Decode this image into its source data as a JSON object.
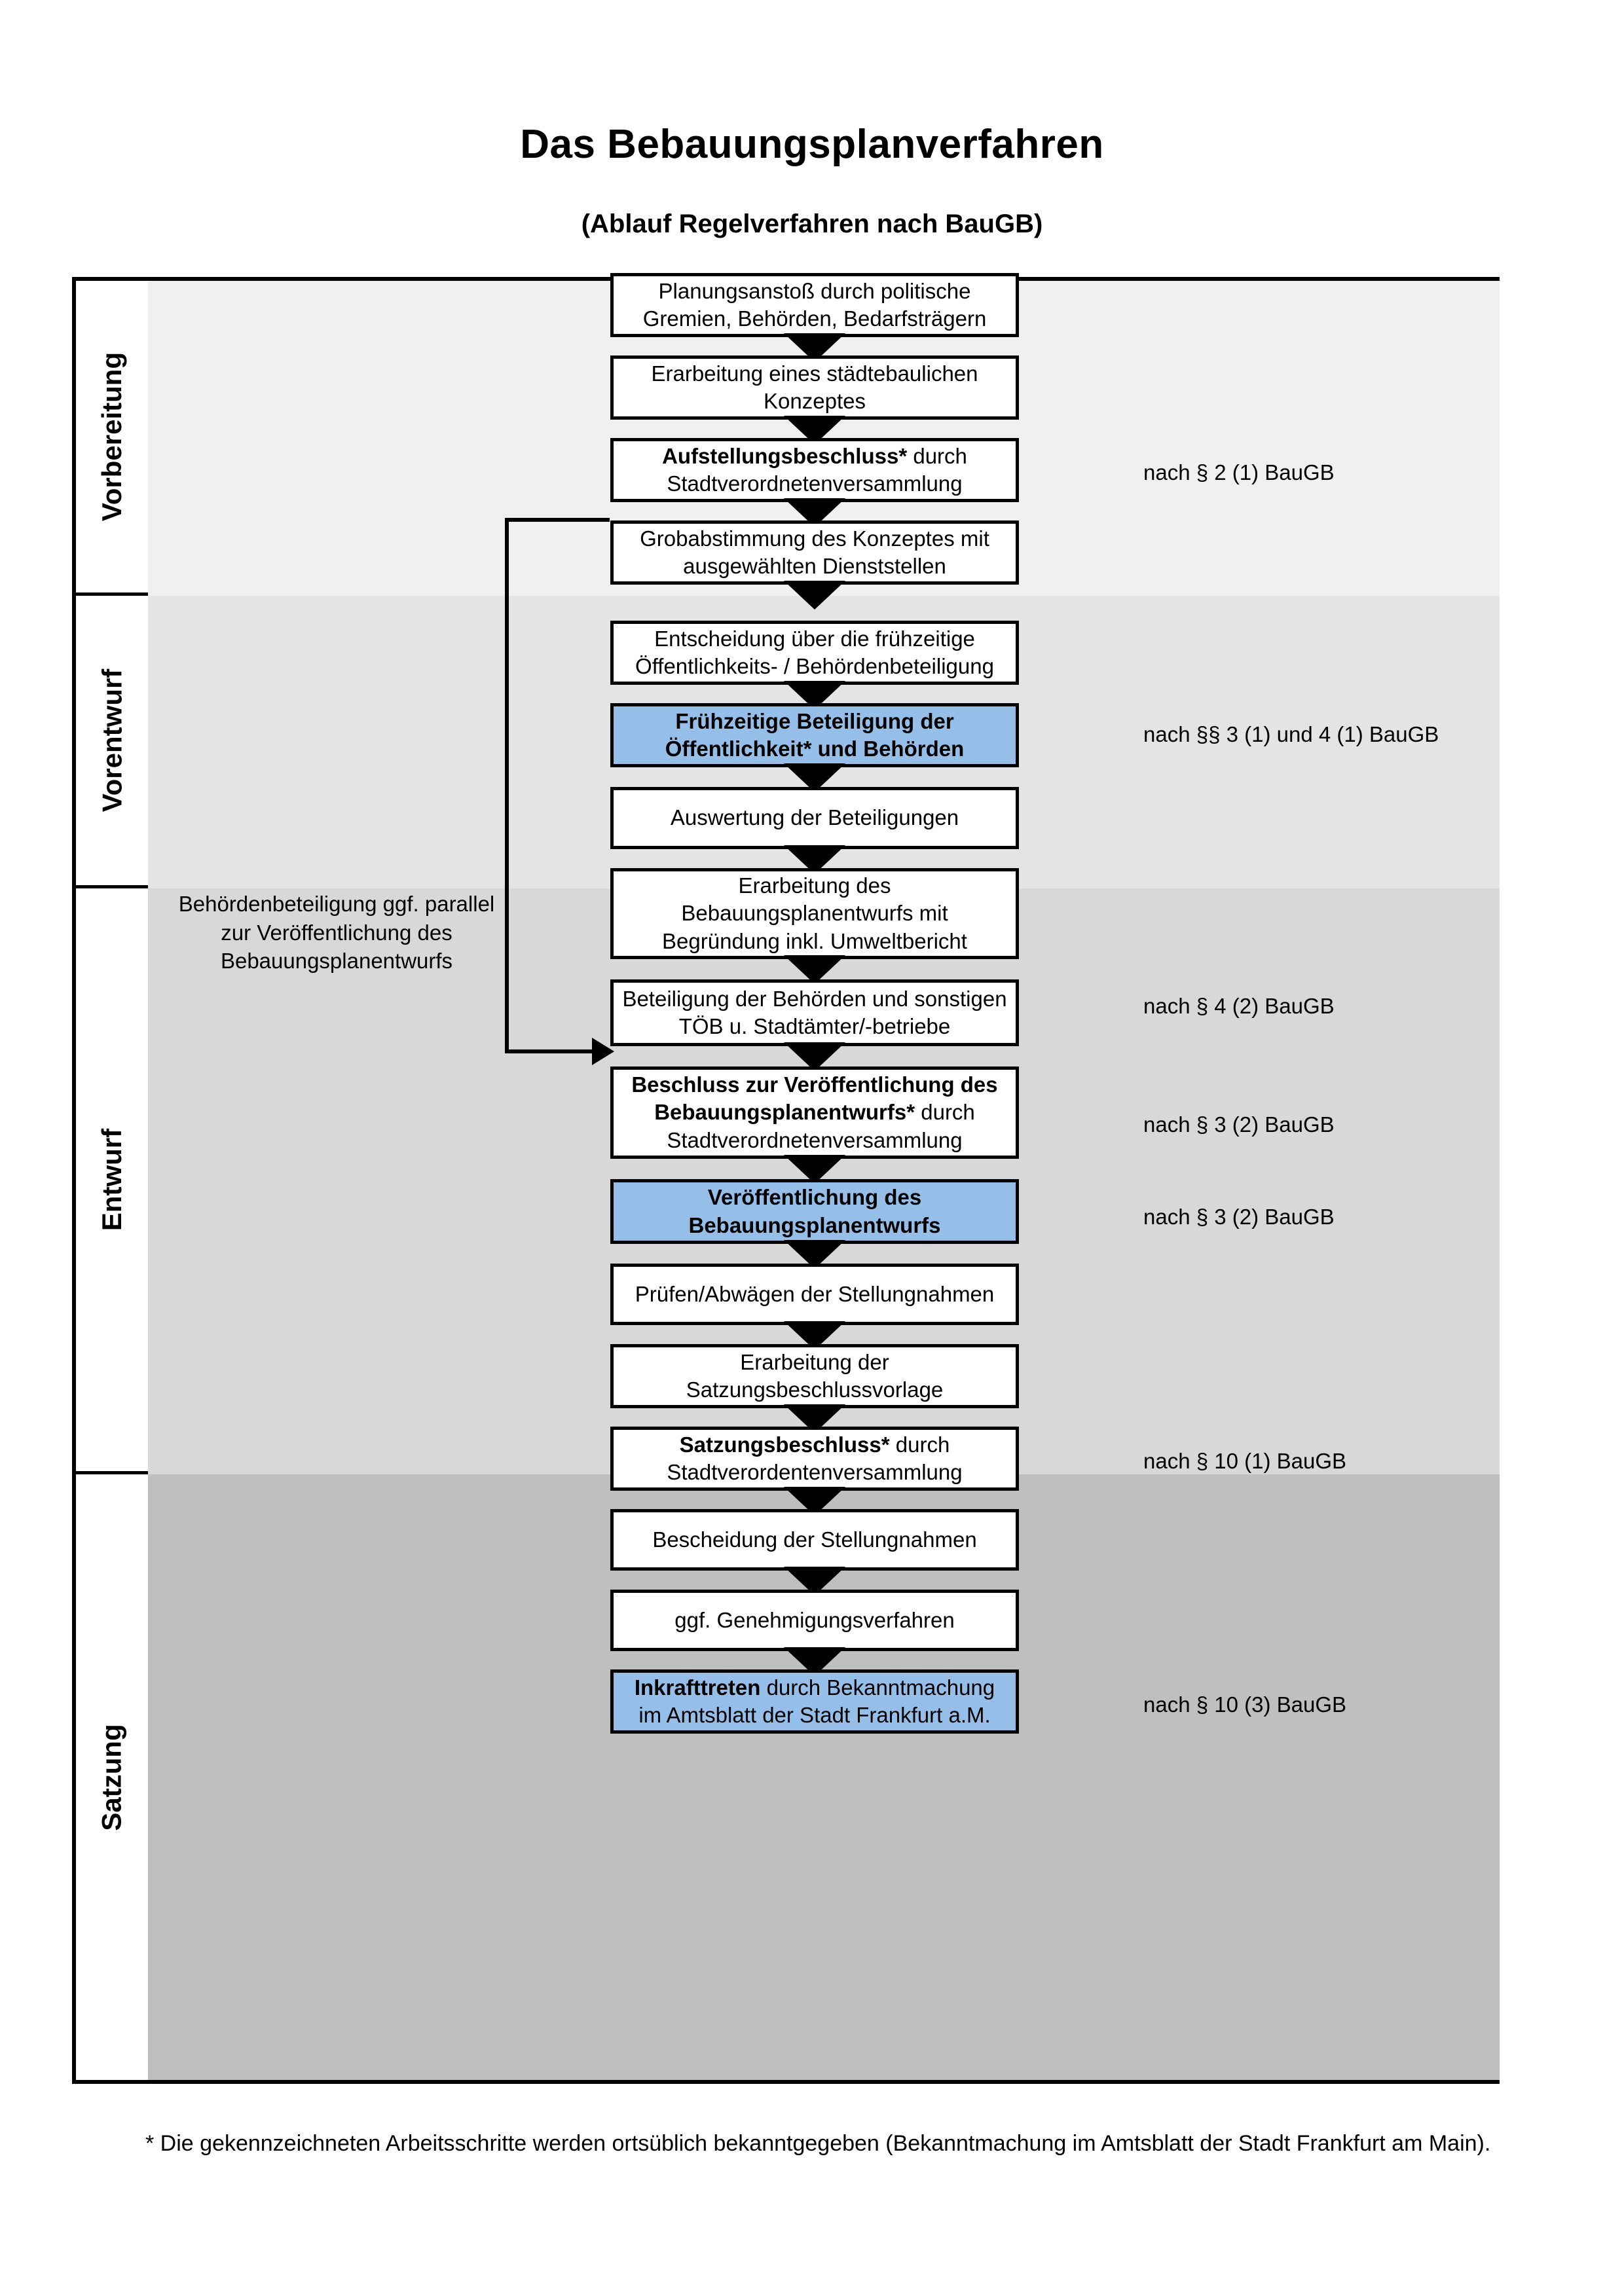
{
  "title": "Das Bebauungsplanverfahren",
  "subtitle": "(Ablauf Regelverfahren nach BauGB)",
  "phases": [
    {
      "label": "Vorbereitung",
      "bg": "#f0f0f0"
    },
    {
      "label": "Vorentwurf",
      "bg": "#e4e4e4"
    },
    {
      "label": "Entwurf",
      "bg": "#d8d8d8"
    },
    {
      "label": "Satzung",
      "bg": "#bfbfbf"
    }
  ],
  "steps": [
    {
      "id": "planungsanstoss",
      "text": "Planungsanstoß durch politische Gremien, Behörden, Bedarfsträgern",
      "emphasis": "",
      "highlight": false
    },
    {
      "id": "konzept",
      "text": "Erarbeitung eines städtebaulichen Konzeptes",
      "emphasis": "",
      "highlight": false
    },
    {
      "id": "aufstellungsbeschluss",
      "text": "durch Stadtverordnetenversammlung",
      "emphasis": "Aufstellungsbeschluss*",
      "highlight": false
    },
    {
      "id": "grobabstimmung",
      "text": "Grobabstimmung des Konzeptes mit ausgewählten Dienststellen",
      "emphasis": "",
      "highlight": false
    },
    {
      "id": "entscheidung-fruehzeitig",
      "text": "Entscheidung über die frühzeitige Öffentlichkeits- / Behördenbeteiligung",
      "emphasis": "",
      "highlight": false
    },
    {
      "id": "fruehzeitige-beteiligung",
      "text": "",
      "emphasis": "Frühzeitige Beteiligung der Öffentlichkeit* und Behörden",
      "highlight": true
    },
    {
      "id": "auswertung",
      "text": "Auswertung der Beteiligungen",
      "emphasis": "",
      "highlight": false
    },
    {
      "id": "erarbeitung-entwurf",
      "text": "Erarbeitung des Bebauungsplanentwurfs mit Begründung inkl. Umweltbericht",
      "emphasis": "",
      "highlight": false
    },
    {
      "id": "beteiligung-behoerden",
      "text": "Beteiligung der Behörden und sonstigen TÖB u. Stadtämter/-betriebe",
      "emphasis": "",
      "highlight": false
    },
    {
      "id": "beschluss-veroeffentlichung",
      "text": "durch Stadtverordnetenversammlung",
      "emphasis": "Beschluss zur Veröffentlichung des Bebauungsplanentwurfs*",
      "highlight": false
    },
    {
      "id": "veroeffentlichung",
      "text": "",
      "emphasis": "Veröffentlichung des Bebauungsplanentwurfs",
      "highlight": true
    },
    {
      "id": "pruefen-abwaegen",
      "text": "Prüfen/Abwägen der Stellungnahmen",
      "emphasis": "",
      "highlight": false
    },
    {
      "id": "erarbeitung-satzungsvorlage",
      "text": "Erarbeitung der Satzungsbeschlussvorlage",
      "emphasis": "",
      "highlight": false
    },
    {
      "id": "satzungsbeschluss",
      "text": "durch Stadtverordentenversammlung",
      "emphasis": "Satzungsbeschluss*",
      "highlight": false
    },
    {
      "id": "bescheidung",
      "text": "Bescheidung der Stellungnahmen",
      "emphasis": "",
      "highlight": false
    },
    {
      "id": "genehmigungsverfahren",
      "text": "ggf. Genehmigungsverfahren",
      "emphasis": "",
      "highlight": false
    },
    {
      "id": "inkrafttreten",
      "text": "durch Bekanntmachung im Amtsblatt der Stadt Frankfurt a.M.",
      "emphasis": "Inkrafttreten",
      "highlight": true
    }
  ],
  "legal_notes": [
    {
      "id": "note-2-1",
      "text": "nach § 2 (1) BauGB"
    },
    {
      "id": "note-3-1-4-1",
      "text": "nach §§ 3 (1) und 4 (1) BauGB"
    },
    {
      "id": "note-4-2",
      "text": "nach § 4 (2) BauGB"
    },
    {
      "id": "note-3-2-a",
      "text": "nach § 3 (2) BauGB"
    },
    {
      "id": "note-3-2-b",
      "text": "nach § 3 (2) BauGB"
    },
    {
      "id": "note-10-1",
      "text": "nach § 10 (1) BauGB"
    },
    {
      "id": "note-10-3",
      "text": "nach § 10 (3) BauGB"
    }
  ],
  "side_note_parallel": "Behördenbeteiligung ggf. parallel zur Veröffentlichung des Bebauungsplanentwurfs",
  "footnote": "* Die gekennzeichneten Arbeitsschritte werden ortsüblich bekanntgegeben (Bekanntmachung im Amtsblatt  der Stadt Frankfurt am Main).",
  "colors": {
    "highlight_blue": "#95bfe8",
    "border_black": "#000000",
    "band_1": "#f0f0f0",
    "band_2": "#e4e4e4",
    "band_3": "#d8d8d8",
    "band_4": "#bfbfbf"
  }
}
